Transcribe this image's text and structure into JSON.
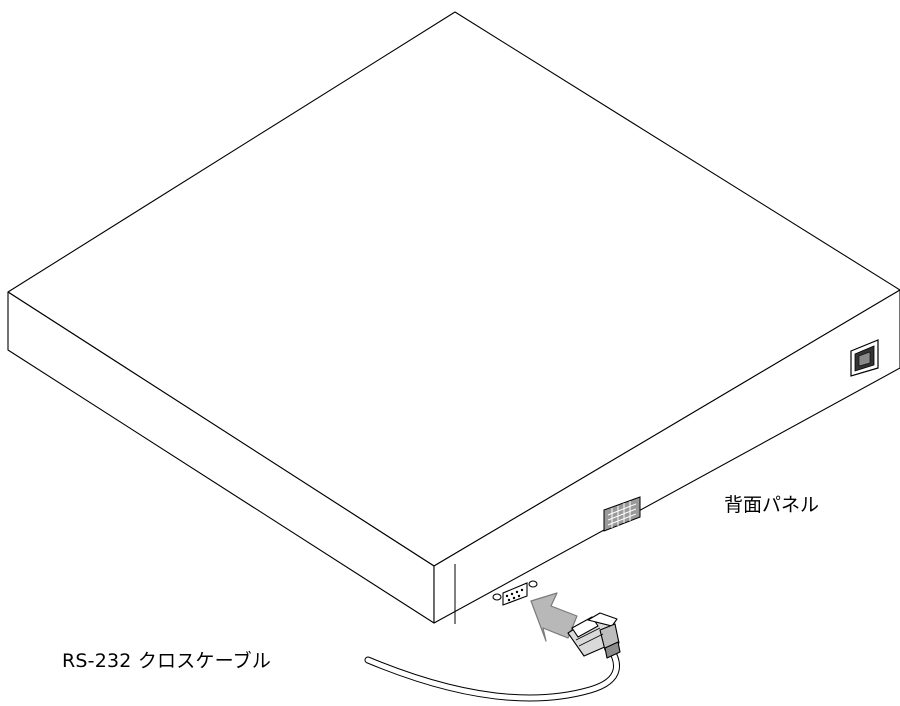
{
  "labels": {
    "rear_panel": "背面パネル",
    "cable": "RS-232 クロスケーブル"
  },
  "components": {
    "device": "switch-chassis",
    "connectors": [
      "power-inlet",
      "expansion-port",
      "serial-console-port"
    ],
    "cable": "rs232-crossover-cable",
    "indicator": "connection-arrow"
  },
  "colors": {
    "line": "#000000",
    "arrow_fill": "#b8b8b8",
    "arrow_stroke": "#7a7a7a",
    "connector_fill": "#d9d9d9",
    "port_fill": "#9a9a9a",
    "background": "#ffffff"
  }
}
